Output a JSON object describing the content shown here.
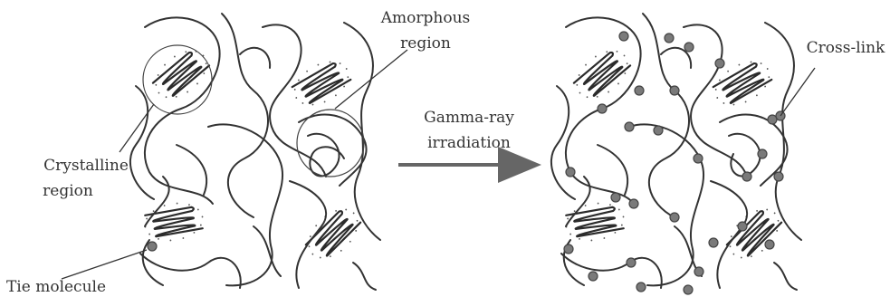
{
  "labels": {
    "amorphous_line1": "Amorphous",
    "amorphous_line2": "region",
    "crystalline_line1": "Crystalline",
    "crystalline_line2": "region",
    "tie_molecule": "Tie molecule",
    "gamma_line1": "Gamma-ray",
    "gamma_line2": "irradiation",
    "cross_link": "Cross-link"
  },
  "colors": {
    "ink": "#333333",
    "crosslink_fill": "#7a7a7a",
    "arrow": "#666666"
  }
}
